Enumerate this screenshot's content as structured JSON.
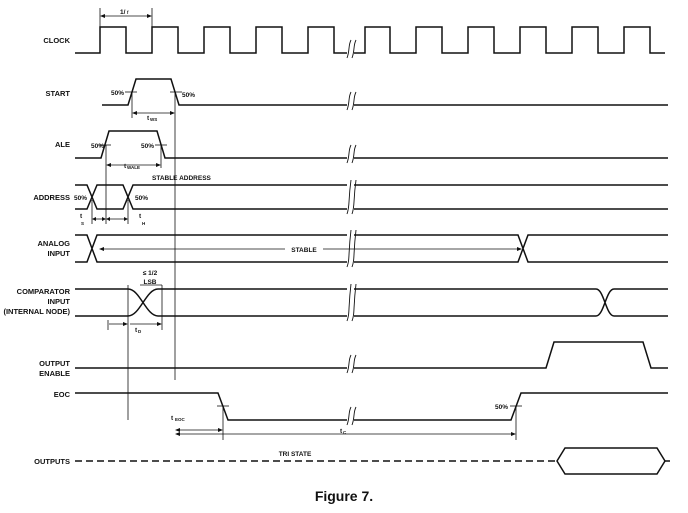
{
  "signals": {
    "clock": "CLOCK",
    "start": "START",
    "ale": "ALE",
    "address": "ADDRESS",
    "analog_input_1": "ANALOG",
    "analog_input_2": "INPUT",
    "comparator_1": "COMPARATOR",
    "comparator_2": "INPUT",
    "comparator_3": "(INTERNAL NODE)",
    "output_enable_1": "OUTPUT",
    "output_enable_2": "ENABLE",
    "eoc": "EOC",
    "outputs": "OUTPUTS"
  },
  "annotations": {
    "clock_period_main": "1/",
    "clock_period_sub": "f",
    "start_50_left": "50%",
    "start_50_right": "50%",
    "tws_main": "t",
    "tws_sub": "WS",
    "ale_50_left": "50%",
    "ale_50_right": "50%",
    "twale_main": "t",
    "twale_sub": "WALE",
    "stable_address": "STABLE ADDRESS",
    "address_50_left": "50%",
    "address_50_right": "50%",
    "ts_main": "t",
    "ts_sub": "S",
    "th_main": "t",
    "th_sub": "H",
    "stable": "STABLE",
    "half_lsb_1": "≤ 1/2",
    "half_lsb_2": "LSB",
    "td_main": "t",
    "td_sub": "D",
    "teoc_main": "t",
    "teoc_sub": "EOC",
    "eoc_50": "50%",
    "tc_main": "t",
    "tc_sub": "C",
    "tri_state": "TRI STATE"
  },
  "caption": "Figure 7."
}
